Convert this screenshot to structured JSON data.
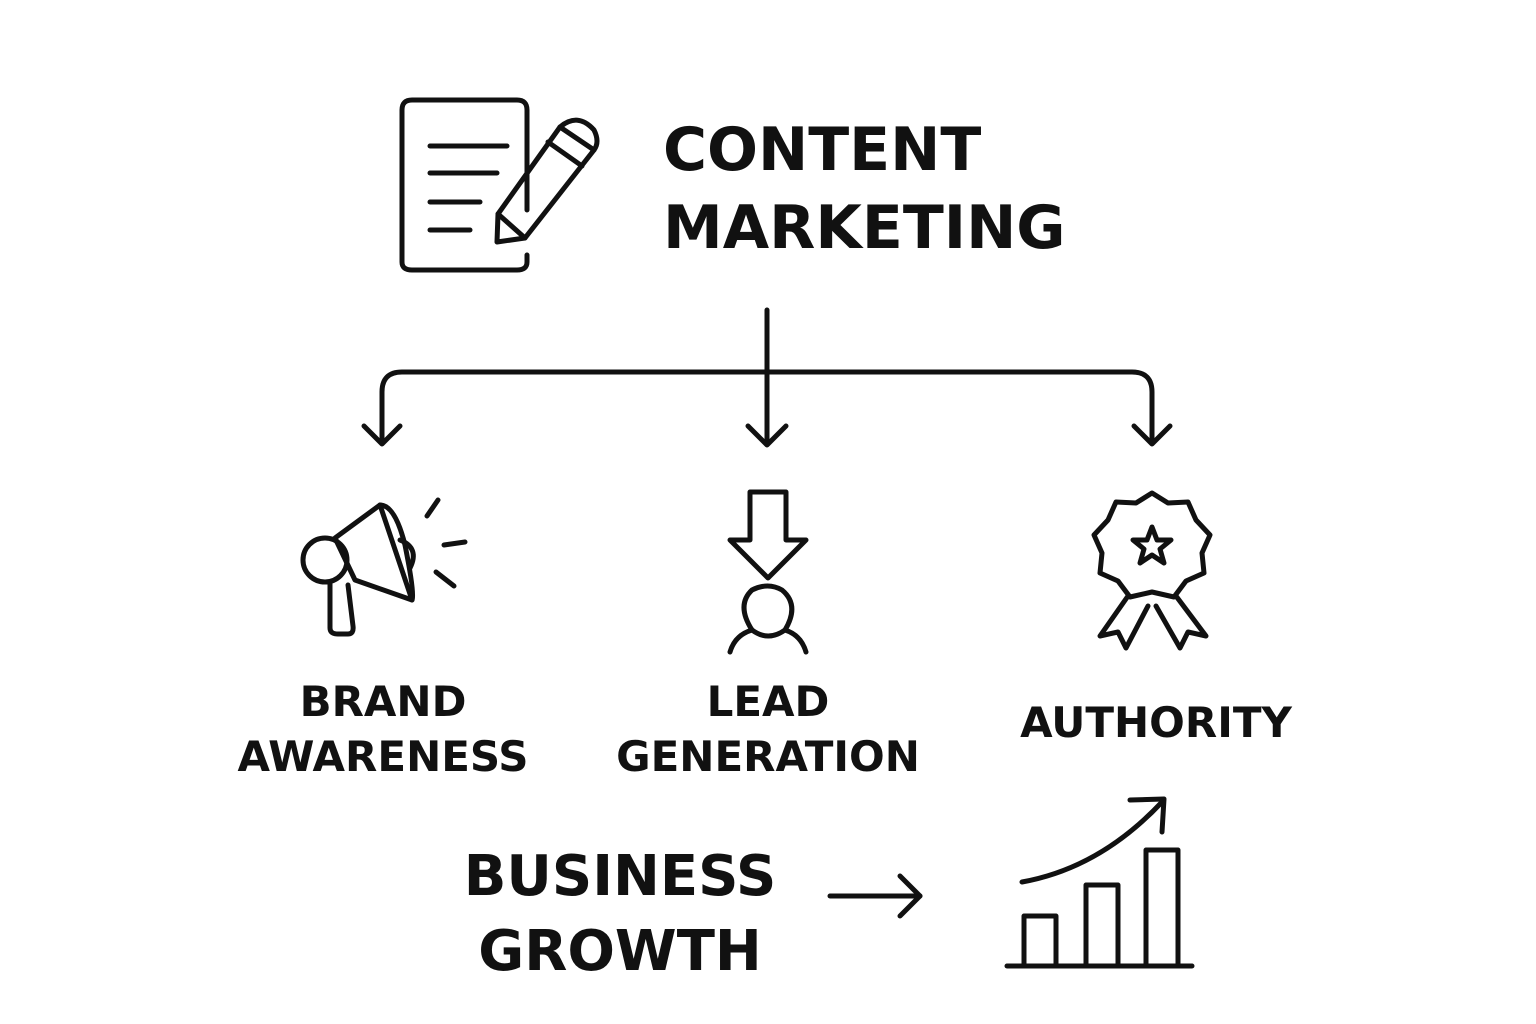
{
  "title": {
    "line1": "CONTENT",
    "line2": "MARKETING"
  },
  "branches": [
    {
      "line1": "BRAND",
      "line2": "AWARENESS",
      "icon": "megaphone-icon"
    },
    {
      "line1": "LEAD",
      "line2": "GENERATION",
      "icon": "lead-capture-icon"
    },
    {
      "line1": "AUTHORITY",
      "icon": "award-ribbon-icon"
    }
  ],
  "outcome": {
    "line1": "BUSINESS",
    "line2": "GROWTH",
    "icon": "growth-chart-icon"
  },
  "colors": {
    "ink": "#111111",
    "background": "#ffffff"
  }
}
